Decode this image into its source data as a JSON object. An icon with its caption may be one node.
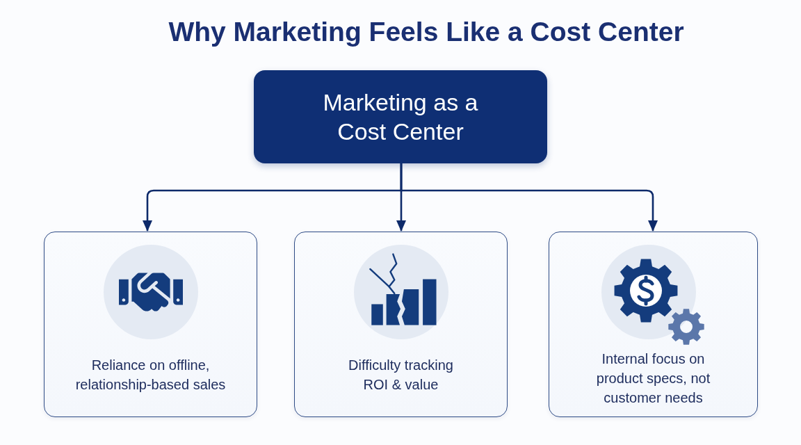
{
  "diagram": {
    "title": "Why Marketing Feels Like a Cost Center",
    "nodes": [
      {
        "text": [
          "Marketing as a Cost Center"
        ]
      },
      {
        "text": [
          "Reliance on offline, relationship-based sales"
        ]
      },
      {
        "text": [
          "Difficulty tracking ROI & value"
        ]
      },
      {
        "text": [
          "Internal focus on product specs, not customer needs"
        ]
      }
    ],
    "edges": [
      {
        "from": 0,
        "to": 1,
        "arrow": "to"
      },
      {
        "from": 0,
        "to": 2,
        "arrow": "to"
      },
      {
        "from": 0,
        "to": 3,
        "arrow": "to"
      }
    ]
  }
}
